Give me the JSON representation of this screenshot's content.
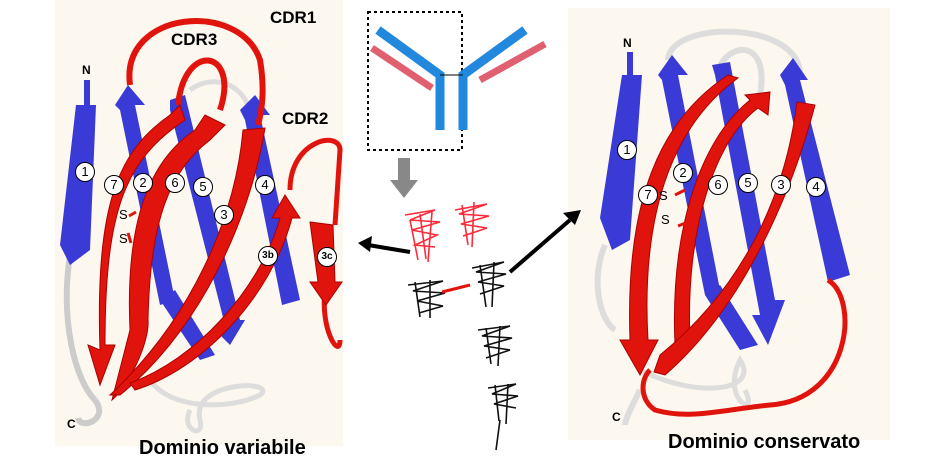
{
  "variable_domain": {
    "title": "Dominio variabile",
    "cdr_labels": [
      "CDR1",
      "CDR3",
      "CDR2"
    ],
    "n_terminus": "N",
    "c_terminus": "C",
    "strands": [
      "1",
      "7",
      "2",
      "6",
      "5",
      "4",
      "3",
      "3b",
      "3c"
    ],
    "disulfide": [
      "S",
      "S"
    ]
  },
  "constant_domain": {
    "title": "Dominio conservato",
    "n_terminus": "N",
    "c_terminus": "C",
    "strands": [
      "1",
      "2",
      "6",
      "5",
      "3",
      "4",
      "7"
    ],
    "disulfide": [
      "S",
      "S"
    ]
  },
  "colors": {
    "strand_red": "#e0140c",
    "strand_blue": "#3a3ad6",
    "background": "#fdf8ef",
    "loop": "#e6e2e8"
  }
}
